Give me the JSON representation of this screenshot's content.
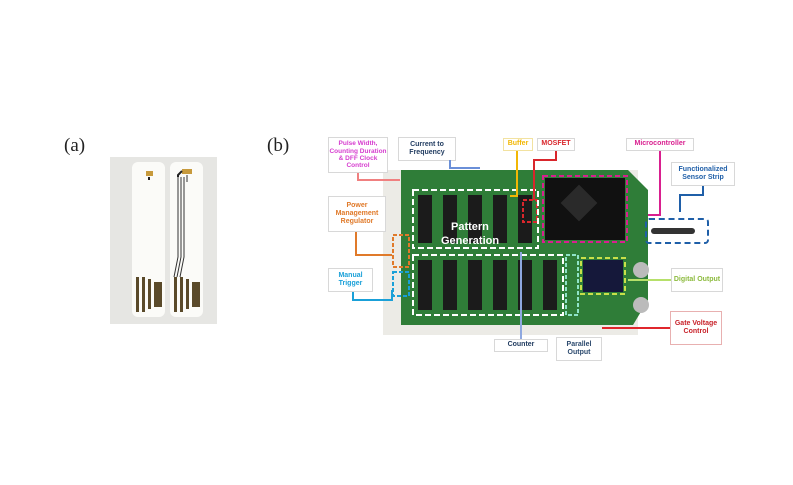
{
  "figure": {
    "panels": [
      {
        "id": "a",
        "label": "(a)",
        "description": "Two white sensor strips with gold/black printed electrodes and contact pads"
      },
      {
        "id": "b",
        "label": "(b)",
        "description": "Annotated green circuit board with ICs, microcontroller, OLED display and BNC connectors"
      }
    ],
    "callouts": {
      "pulse_width": {
        "text": "Pulse Width, Counting Duration & DFF Clock Control",
        "color": "#d63ccf"
      },
      "current_to_frequency": {
        "text": "Current to Frequency",
        "color": "#1f3a5f"
      },
      "buffer": {
        "text": "Buffer",
        "color": "#f2b705"
      },
      "mosfet": {
        "text": "MOSFET",
        "color": "#d9262c"
      },
      "microcontroller": {
        "text": "Microcontroller",
        "color": "#d91f8f"
      },
      "functionalized_sensor": {
        "text": "Functionalized Sensor Strip",
        "color": "#1f5fa8"
      },
      "power_management": {
        "text": "Power Management Regulator",
        "color": "#e07a2a"
      },
      "pattern_generation": {
        "text": "Pattern Generation",
        "color": "#ffffff"
      },
      "manual_trigger": {
        "text": "Manual Trigger",
        "color": "#1aa0d8"
      },
      "digital_output": {
        "text": "Digital Output",
        "color": "#8dbb3f"
      },
      "gate_voltage": {
        "text": "Gate Voltage Control",
        "color": "#c8222a"
      },
      "counter": {
        "text": "Counter",
        "color": "#1f3a5f"
      },
      "parallel_output": {
        "text": "Parallel Output",
        "color": "#2c4a6e"
      }
    }
  }
}
